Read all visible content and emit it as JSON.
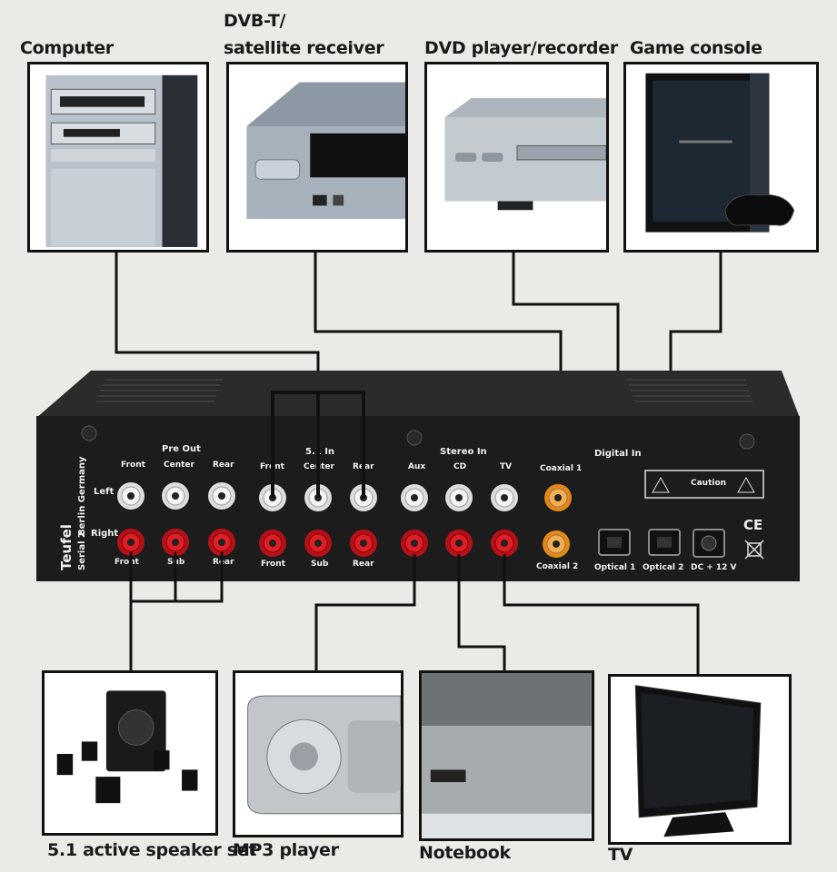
{
  "sources": [
    {
      "id": "computer",
      "label": "Computer"
    },
    {
      "id": "receiver",
      "label_line1": "DVB-T/",
      "label_line2": "satellite receiver"
    },
    {
      "id": "dvd",
      "label": "DVD player/recorder"
    },
    {
      "id": "console",
      "label": "Game console"
    }
  ],
  "outputs": [
    {
      "id": "speakers",
      "label": "5.1 active speaker set"
    },
    {
      "id": "mp3",
      "label": "MP3 player"
    },
    {
      "id": "notebook",
      "label": "Notebook"
    },
    {
      "id": "tv",
      "label": "TV"
    }
  ],
  "device_panel": {
    "brand": "Teufel",
    "model": "Serial 2",
    "origin": "Berlin Germany",
    "row_left": "Left",
    "row_right": "Right",
    "groups": {
      "pre_out": "Pre Out",
      "in_51": "5.1 In",
      "stereo_in": "Stereo In",
      "digital_in": "Digital In"
    },
    "jack_labels_top": {
      "front": "Front",
      "center": "Center",
      "rear": "Rear",
      "front2": "Front",
      "center2": "Center",
      "rear2": "Rear",
      "aux": "Aux",
      "cd": "CD",
      "tv": "TV",
      "coaxial1": "Coaxial 1"
    },
    "jack_labels_bottom": {
      "front": "Front",
      "sub": "Sub",
      "rear": "Rear",
      "front2": "Front",
      "sub2": "Sub",
      "rear2": "Rear",
      "coaxial2": "Coaxial 2",
      "optical1": "Optical 1",
      "optical2": "Optical 2",
      "power": "DC + 12 V"
    },
    "caution_title": "Caution",
    "ce_mark": "CE"
  },
  "colors": {
    "background": "#ebeae6",
    "line": "#111111",
    "panel": "#1c1c1c",
    "jack_red": "#d0141c",
    "jack_white": "#f2f2f2",
    "jack_orange": "#e08a14"
  }
}
